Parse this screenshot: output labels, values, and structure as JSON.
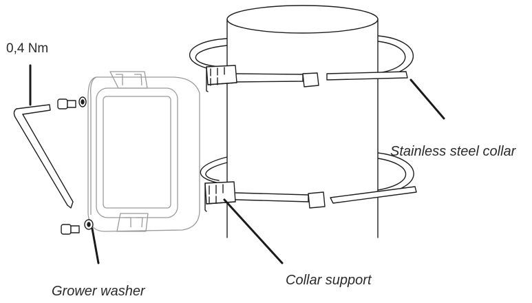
{
  "labels": {
    "torque": "0,4 Nm",
    "stainless_collar": "Stainless steel collar",
    "collar_support": "Collar support",
    "grower_washer": "Grower washer"
  },
  "colors": {
    "outline": "#1e1e1e",
    "ghost": "#9a9a9a",
    "pole_fill": "#ffffff",
    "leader": "#1a1a1a"
  },
  "icons": {
    "pole": "cylinder-pole",
    "collar": "strap-band",
    "sensor": "sensor-housing",
    "tool": "hex-key",
    "fastener": "cap-screw",
    "washer": "split-washer"
  }
}
